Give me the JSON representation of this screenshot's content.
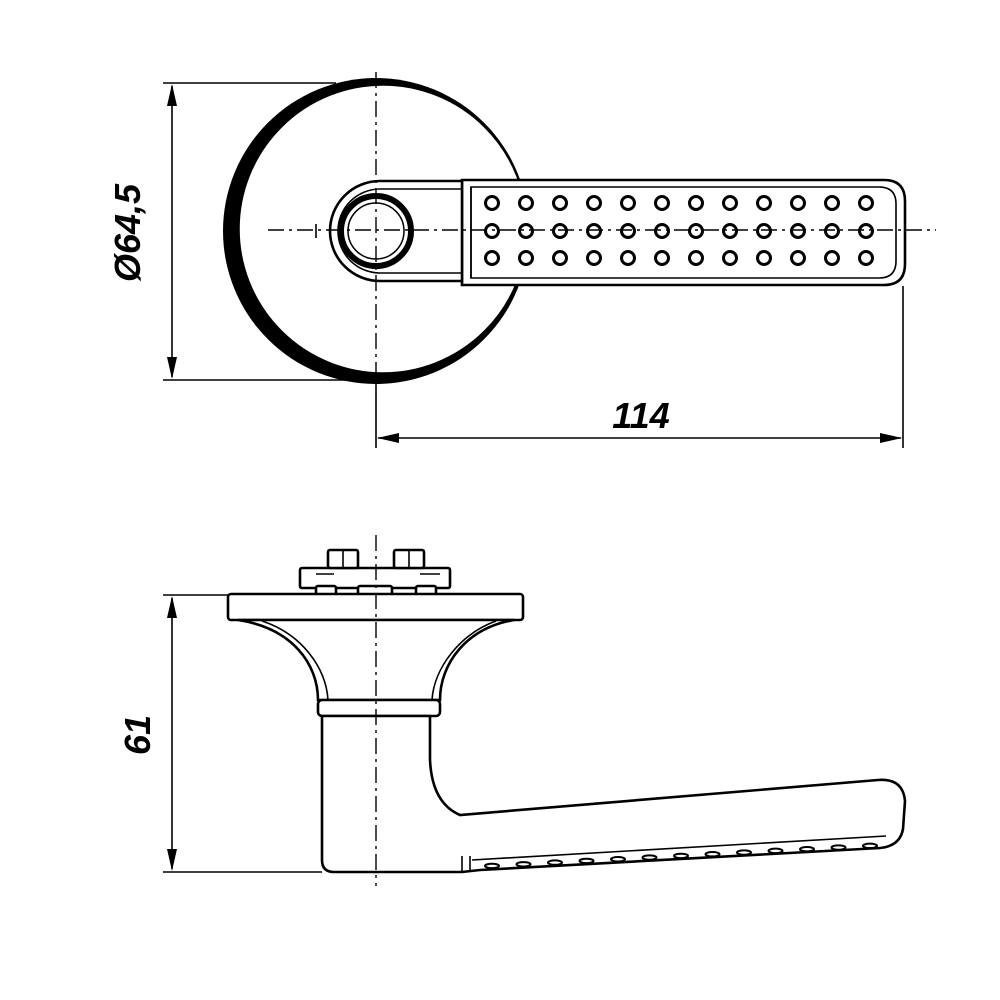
{
  "drawing": {
    "dimensions": {
      "rose_diameter": "Ø64,5",
      "lever_length": "114",
      "height": "61"
    }
  },
  "colors": {
    "line": "#000000",
    "background": "#ffffff"
  }
}
